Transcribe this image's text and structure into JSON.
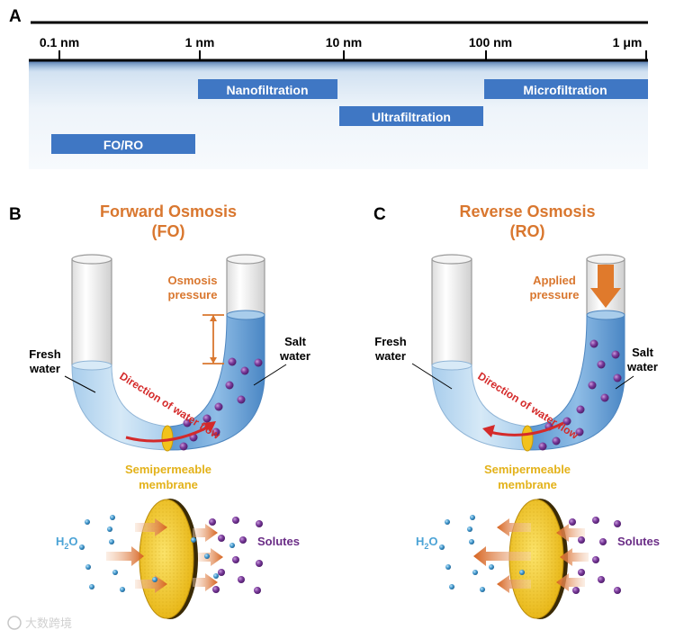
{
  "panel_a": {
    "letter": "A",
    "ticks": [
      "0.1 nm",
      "1 nm",
      "10 nm",
      "100 nm",
      "1 μm"
    ],
    "bars": {
      "nanofiltration": "Nanofiltration",
      "ultrafiltration": "Ultrafiltration",
      "microfiltration": "Microfiltration",
      "fo_ro": "FO/RO"
    }
  },
  "panel_b": {
    "letter": "B",
    "title_line1": "Forward Osmosis",
    "title_line2": "(FO)",
    "pressure_line1": "Osmosis",
    "pressure_line2": "pressure",
    "fresh_line1": "Fresh",
    "fresh_line2": "water",
    "salt_line1": "Salt",
    "salt_line2": "water",
    "flow_label": "Direction of water flow",
    "membrane_line1": "Semipermeable",
    "membrane_line2": "membrane",
    "h2o_label": "H",
    "h2o_sub": "2",
    "h2o_tail": "O",
    "solutes_label": "Solutes"
  },
  "panel_c": {
    "letter": "C",
    "title_line1": "Reverse Osmosis",
    "title_line2": "(RO)",
    "pressure_line1": "Applied",
    "pressure_line2": "pressure",
    "fresh_line1": "Fresh",
    "fresh_line2": "water",
    "salt_line1": "Salt",
    "salt_line2": "water",
    "flow_label": "Direction of water flow",
    "membrane_line1": "Semipermeable",
    "membrane_line2": "membrane",
    "h2o_label": "H",
    "h2o_sub": "2",
    "h2o_tail": "O",
    "solutes_label": "Solutes"
  },
  "watermark": "大数跨境",
  "colors": {
    "accent_orange": "#d9772f",
    "flow_red": "#d42a2a",
    "membrane_yellow": "#f2c21b",
    "bar_blue": "#3f77c4",
    "solute_purple": "#6a2c86",
    "water_blue": "#4ba3d6"
  }
}
